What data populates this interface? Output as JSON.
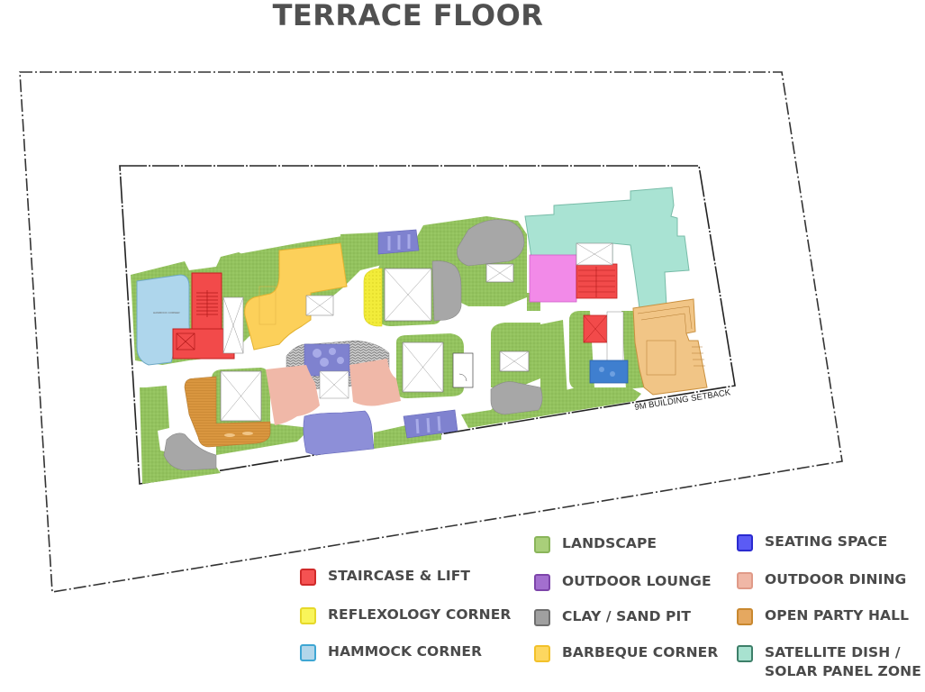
{
  "title": "TERRACE FLOOR",
  "annotations": {
    "setback_label": "9M BUILDING SETBACK"
  },
  "legend": {
    "items": [
      {
        "label": "LANDSCAPE",
        "fill": "#a9cf7a",
        "stroke": "#8ab55a"
      },
      {
        "label": "SEATING SPACE",
        "fill": "#5b5bf5",
        "stroke": "#2a2ad0"
      },
      {
        "label": "STAIRCASE & LIFT",
        "fill": "#f55252",
        "stroke": "#d02a2a"
      },
      {
        "label": "OUTDOOR LOUNGE",
        "fill": "#a36fcf",
        "stroke": "#7d45aa"
      },
      {
        "label": "OUTDOOR DINING",
        "fill": "#f0b7a6",
        "stroke": "#e09a88"
      },
      {
        "label": "REFLEXOLOGY CORNER",
        "fill": "#f9f55a",
        "stroke": "#e6d82a"
      },
      {
        "label": "CLAY / SAND PIT",
        "fill": "#a0a0a0",
        "stroke": "#6f6f6f"
      },
      {
        "label": "OPEN PARTY HALL",
        "fill": "#e5a860",
        "stroke": "#c9882f"
      },
      {
        "label": "HAMMOCK CORNER",
        "fill": "#b2d6ea",
        "stroke": "#3ea6d3"
      },
      {
        "label": "BARBEQUE CORNER",
        "fill": "#fdd760",
        "stroke": "#f2c12a"
      },
      {
        "label": "SATELLITE DISH / SOLAR PANEL ZONE",
        "fill": "#a8e2d0",
        "stroke": "#3d7f69"
      }
    ]
  },
  "colors": {
    "landscape": "#93c25e",
    "landscape_dark": "#6f9c45",
    "staircase": "#f24a4a",
    "barbeque": "#fcd05a",
    "hammock": "#aed6ec",
    "reflexology": "#f2ec3a",
    "clay": "#a7a7a7",
    "outdoor_lounge": "#8d8fd8",
    "outdoor_dining": "#f0b8a8",
    "party_hall": "#d9963f",
    "party_hall_right": "#f1c586",
    "satellite": "#a9e3d3",
    "pink_room": "#f28ae8",
    "seating": "#3f7fcf",
    "boundary": "#333333"
  }
}
